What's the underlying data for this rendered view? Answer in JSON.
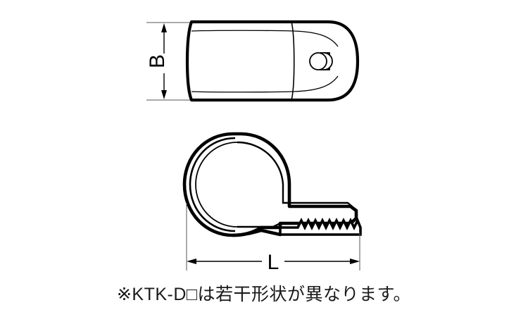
{
  "drawing": {
    "title": "cable clamp dimensional drawing",
    "background_color": "#ffffff",
    "line_color": "#000000",
    "thin_line_color": "#444444",
    "views": [
      {
        "name": "top-view",
        "label": "top view of clamp body",
        "dimension": {
          "name": "B",
          "label": "B",
          "orientation": "vertical",
          "label_rotation_deg": -90
        },
        "features": [
          "rounded-rectangle-body",
          "mounting-hole-slot",
          "center-seam-line"
        ]
      },
      {
        "name": "side-view",
        "label": "side profile of clamp loop",
        "dimension": {
          "name": "L",
          "label": "L",
          "orientation": "horizontal",
          "label_rotation_deg": 0
        },
        "features": [
          "circular-clamp-loop",
          "double-wall-band",
          "mounting-tab",
          "ratchet-teeth-tail"
        ],
        "ratchet_teeth_count": 9
      }
    ]
  },
  "note": {
    "text": "※KTK-D□は若干形状が異なります。",
    "marker": "※",
    "model": "KTK-D□"
  }
}
